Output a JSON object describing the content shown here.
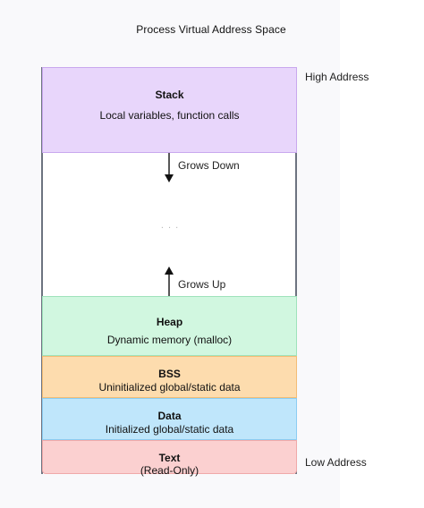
{
  "title": "Process Virtual Address Space",
  "high_label": "High Address",
  "low_label": "Low Address",
  "segments": [
    {
      "key": "stack",
      "name": "Stack",
      "desc": "Local variables, function calls",
      "fill": "#e8d6fb",
      "border": "#c9a8ee"
    },
    {
      "key": "heap",
      "name": "Heap",
      "desc": "Dynamic memory (malloc)",
      "fill": "#d1f7e0",
      "border": "#9fe3bb"
    },
    {
      "key": "bss",
      "name": "BSS",
      "desc": "Uninitialized global/static data",
      "fill": "#fddcae",
      "border": "#f3bd76"
    },
    {
      "key": "data",
      "name": "Data",
      "desc": "Initialized global/static data",
      "fill": "#bfe6fb",
      "border": "#8ccdf2"
    },
    {
      "key": "text",
      "name": "Text",
      "desc": "(Read-Only)",
      "fill": "#fbd0d0",
      "border": "#f0a9a9"
    }
  ],
  "arrows": {
    "down_label": "Grows Down",
    "up_label": "Grows Up"
  },
  "gap_marker": ". . ."
}
